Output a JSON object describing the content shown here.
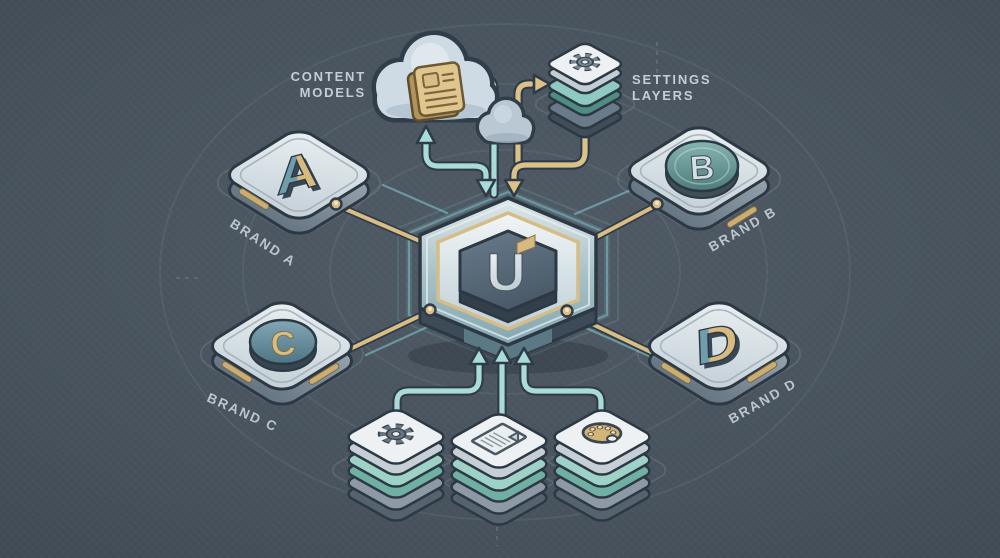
{
  "scene": {
    "description": "Isometric illustration of a central U hub hexagon connected to four brand tiles, a content models cloud, a settings layers stack, and three capability stacks"
  },
  "colors": {
    "background": "#47525c",
    "outline": "#2c3844",
    "teal_line": "#a9dcd8",
    "gold_line": "#dcc188",
    "label_text": "#bdc6cd",
    "tile_top": "#e9eef1",
    "hub_gold_ring": "#d6bc86"
  },
  "hub": {
    "letter": "U"
  },
  "annotations": {
    "content_models_line1": "CONTENT",
    "content_models_line2": "MODELS",
    "settings_layers_line1": "SETTINGS",
    "settings_layers_line2": "LAYERS"
  },
  "brands": [
    {
      "label": "BRAND A",
      "letter": "A"
    },
    {
      "label": "BRAND B",
      "letter": "B"
    },
    {
      "label": "BRAND C",
      "letter": "C"
    },
    {
      "label": "BRAND D",
      "letter": "D"
    }
  ],
  "icons": {
    "content_cloud": "cloud-icon",
    "content_document": "document-cube-icon",
    "sync_cloud": "cloud-icon",
    "settings_stack": "gear-icon",
    "config_stack": "gear-icon",
    "document_stack": "document-icon",
    "theme_stack": "palette-icon"
  }
}
